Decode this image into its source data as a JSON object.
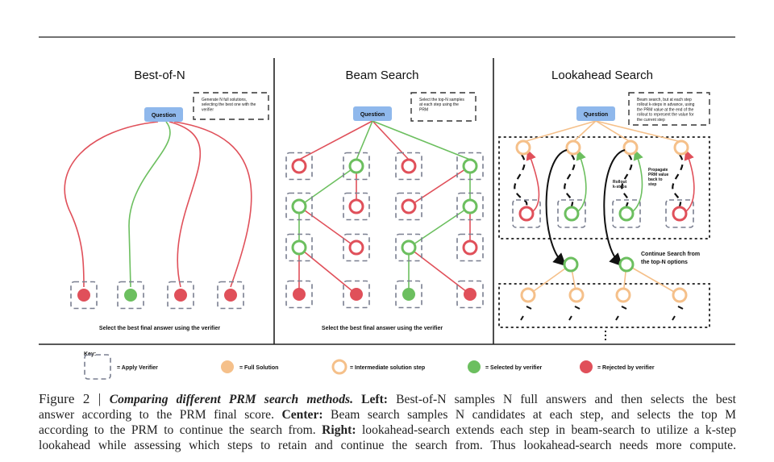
{
  "figure": {
    "panels": [
      {
        "title": "Best-of-N",
        "question": "Question",
        "note": [
          "Generate N full solutions,",
          "selecting the best one with the",
          "verifier"
        ],
        "footer": "Select the best final answer using the verifier",
        "final_status": [
          "rejected",
          "selected",
          "rejected",
          "rejected"
        ]
      },
      {
        "title": "Beam Search",
        "question": "Question",
        "note": [
          "Select the top-N samples",
          "at each step using the",
          "PRM"
        ],
        "footer": "Select the best final answer using the verifier",
        "grid_status": [
          [
            "rejected",
            "selected",
            "rejected",
            "selected"
          ],
          [
            "selected",
            "rejected",
            "rejected",
            "selected"
          ],
          [
            "selected",
            "rejected",
            "selected",
            "rejected"
          ],
          [
            "rejected",
            "rejected",
            "selected",
            "rejected"
          ]
        ]
      },
      {
        "title": "Lookahead Search",
        "question": "Question",
        "note": [
          "Beam search, but at each step",
          "rollout k-steps in advance, using",
          "the PRM value at the end of the",
          "rollout to represent the value for",
          "the current step"
        ],
        "rollout_label": [
          "Rollout",
          "k-steps"
        ],
        "propagate_label": [
          "Propagate",
          "PRM value",
          "back to",
          "step"
        ],
        "continue_label": [
          "Continue Search from",
          "the top-N options"
        ],
        "rollout_status": [
          "rejected",
          "selected",
          "selected",
          "rejected"
        ]
      }
    ],
    "key": {
      "title": "Key:",
      "items": [
        "= Apply Verifier",
        "= Full Solution",
        "= Intermediate solution step",
        "= Selected by verifier",
        "= Rejected by verifier"
      ]
    },
    "colors": {
      "selected": "#6cbf5f",
      "rejected": "#e0505a",
      "solution": "#f5c08a",
      "question": "#8fb8ec",
      "verifier": "#7a7f90"
    }
  },
  "caption": {
    "line1": {
      "label": "Figure 2 | ",
      "title": "Comparing different PRM search methods.",
      "b1": " Left:",
      "t1": " Best-of-N samples N full answers and then selects the best"
    },
    "line2": {
      "t0": "answer according to the PRM final score. ",
      "b1": "Center:",
      "t1": " Beam search samples N candidates at each step, and selects the top M"
    },
    "line3": {
      "t0": "according to the PRM to continue the search from. ",
      "b1": "Right:",
      "t1": " lookahead-search extends each step in beam-search to utilize a k-step"
    },
    "line4": {
      "t0": "lookahead while assessing which steps to retain and continue the search from. Thus lookahead-search needs more compute."
    }
  }
}
